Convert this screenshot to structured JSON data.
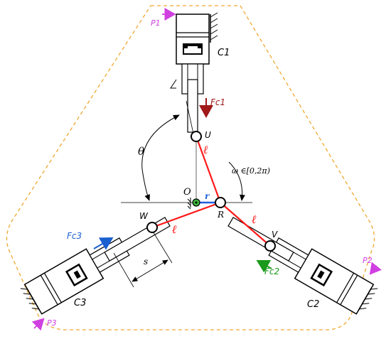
{
  "labels": {
    "c1": "C1",
    "c2": "C2",
    "c3": "C3",
    "p1": "P1",
    "p2": "P2",
    "p3": "P3",
    "fc1": "Fc1",
    "fc2": "Fc2",
    "fc3": "Fc3",
    "u": "U",
    "v": "V",
    "w": "W",
    "o": "O",
    "r_point": "R",
    "r_radius": "r",
    "link_left": "ℓ",
    "link_right": "ℓ",
    "link_top": "ℓ",
    "theta": "θ",
    "omega": "ω ∈[0,2π)",
    "s": "s"
  },
  "colors": {
    "outline_dash": "#f0a830",
    "link_red": "#ff1a1a",
    "force_darkred": "#a01818",
    "force_blue": "#1a5fd0",
    "force_green": "#1a9a1a",
    "port_magenta": "#d040e0",
    "crank_blue": "#2060e0",
    "pivot_green": "#3cb43c"
  }
}
